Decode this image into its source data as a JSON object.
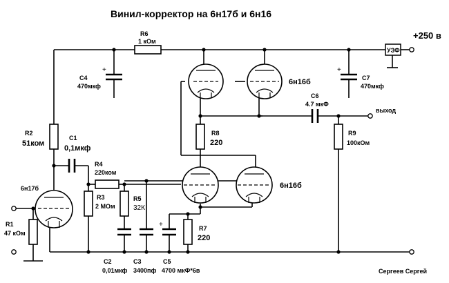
{
  "title": "Винил-корректор на 6н17б и 6н16",
  "author": "Сергеев Сергей",
  "supply": "+250 в",
  "output_label": "выход",
  "regulator_label": "УЗФ",
  "tubes": {
    "v1": "6н17б",
    "v2": "6н16б",
    "v3": "6н16б"
  },
  "components": {
    "R1": {
      "ref": "R1",
      "value": "47 кОм"
    },
    "R2": {
      "ref": "R2",
      "value": "51ком"
    },
    "R3": {
      "ref": "R3",
      "value": "2 МОм"
    },
    "R4": {
      "ref": "R4",
      "value": "220ком"
    },
    "R5": {
      "ref": "R5",
      "value": "32К"
    },
    "R6": {
      "ref": "R6",
      "value": "1 кОм"
    },
    "R7": {
      "ref": "R7",
      "value": "220"
    },
    "R8": {
      "ref": "R8",
      "value": "220"
    },
    "R9": {
      "ref": "R9",
      "value": "100кОм"
    },
    "C1": {
      "ref": "C1",
      "value": "0,1мкф"
    },
    "C2": {
      "ref": "C2",
      "value": "0,01мкф"
    },
    "C3": {
      "ref": "C3",
      "value": "3400пф"
    },
    "C4": {
      "ref": "C4",
      "value": "470мкф"
    },
    "C5": {
      "ref": "C5",
      "value": "4700 мкФ*6в"
    },
    "C6": {
      "ref": "C6",
      "value": "4.7 мкФ"
    },
    "C7": {
      "ref": "C7",
      "value": "470мкф"
    }
  }
}
